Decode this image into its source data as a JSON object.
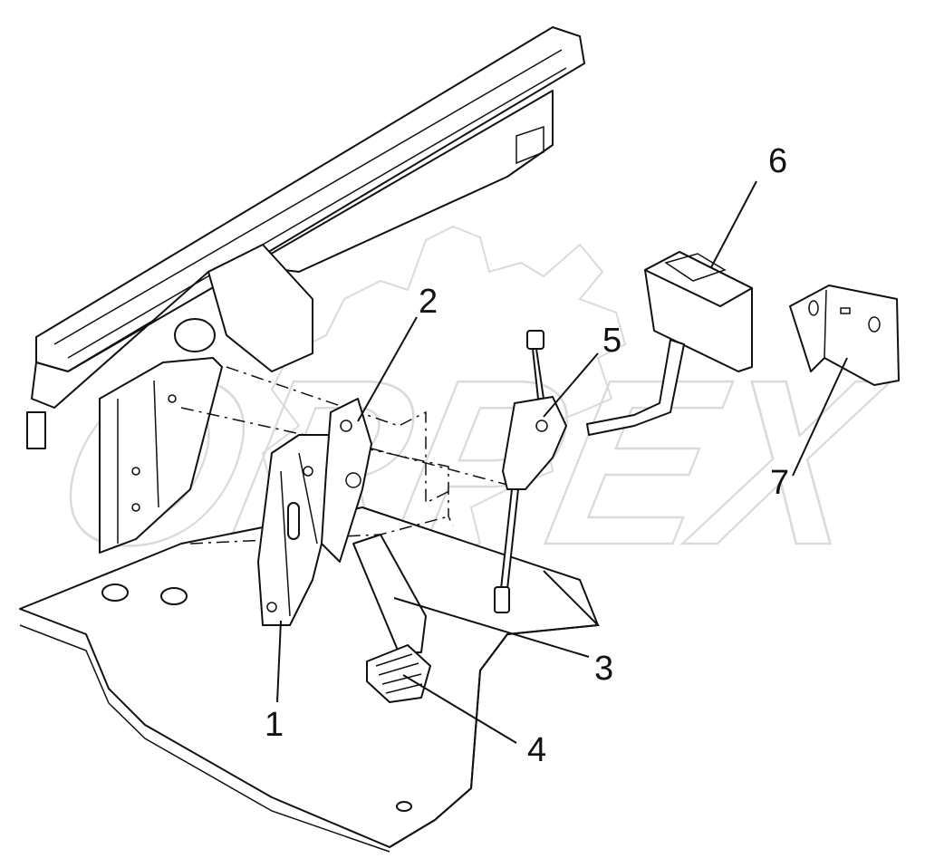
{
  "watermark": {
    "text": "ORPEX",
    "color": "#bdbdbd"
  },
  "callouts": [
    {
      "id": "1",
      "label": "1"
    },
    {
      "id": "2",
      "label": "2"
    },
    {
      "id": "3",
      "label": "3"
    },
    {
      "id": "4",
      "label": "4"
    },
    {
      "id": "5",
      "label": "5"
    },
    {
      "id": "6",
      "label": "6"
    },
    {
      "id": "7",
      "label": "7"
    }
  ],
  "colors": {
    "line": "#111111",
    "background": "#ffffff"
  }
}
